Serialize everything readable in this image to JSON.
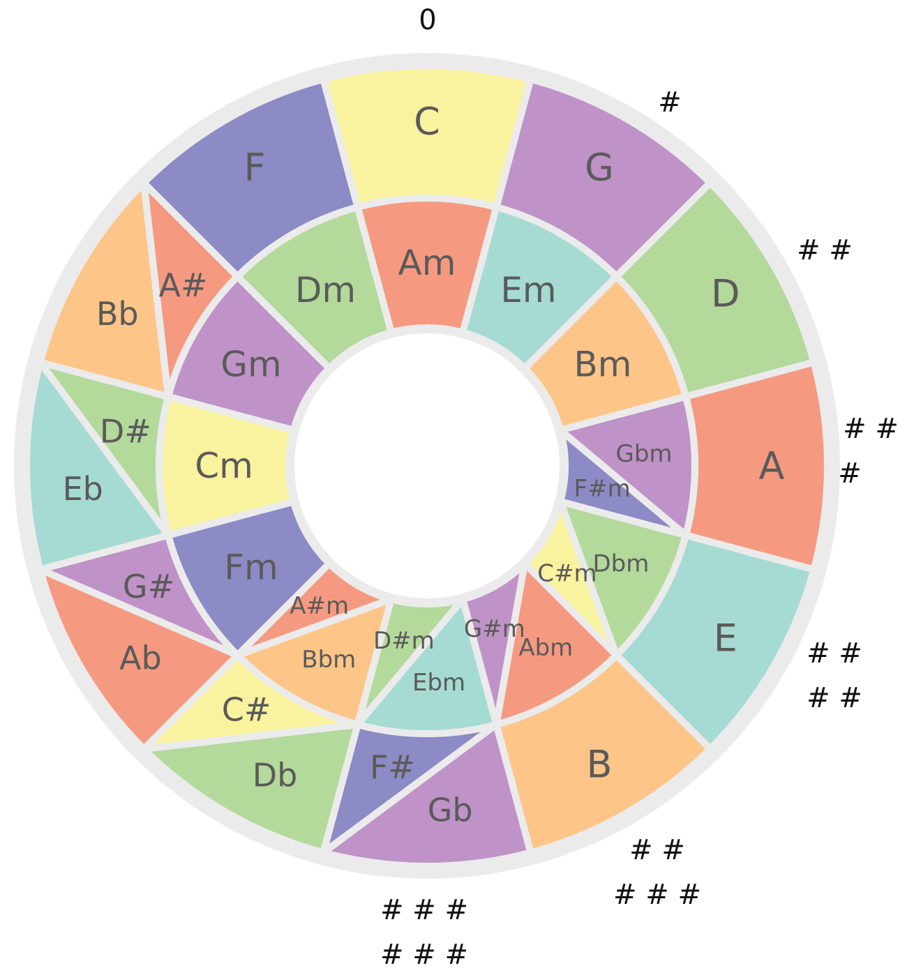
{
  "colors": {
    "yellow": "#f9f29e",
    "purple": "#bf93c7",
    "green": "#b3d99b",
    "salmon": "#f59a80",
    "teal": "#a5dbd3",
    "orange": "#fdc588",
    "violet": "#8d8bc5",
    "gap": "#ebebeb",
    "label": "#5a5a5a"
  },
  "outer_ring": [
    {
      "keys": [
        {
          "label": "C",
          "color": "yellow"
        }
      ]
    },
    {
      "keys": [
        {
          "label": "G",
          "color": "purple"
        }
      ]
    },
    {
      "keys": [
        {
          "label": "D",
          "color": "green"
        }
      ]
    },
    {
      "keys": [
        {
          "label": "A",
          "color": "salmon"
        }
      ]
    },
    {
      "keys": [
        {
          "label": "E",
          "color": "teal"
        }
      ]
    },
    {
      "keys": [
        {
          "label": "B",
          "color": "orange"
        }
      ]
    },
    {
      "keys": [
        {
          "label": "F#",
          "color": "violet"
        },
        {
          "label": "Gb",
          "color": "purple"
        }
      ]
    },
    {
      "keys": [
        {
          "label": "C#",
          "color": "yellow"
        },
        {
          "label": "Db",
          "color": "green"
        }
      ]
    },
    {
      "keys": [
        {
          "label": "G#",
          "color": "purple"
        },
        {
          "label": "Ab",
          "color": "salmon"
        }
      ]
    },
    {
      "keys": [
        {
          "label": "D#",
          "color": "green"
        },
        {
          "label": "Eb",
          "color": "teal"
        }
      ]
    },
    {
      "keys": [
        {
          "label": "A#",
          "color": "salmon"
        },
        {
          "label": "Bb",
          "color": "orange"
        }
      ]
    },
    {
      "keys": [
        {
          "label": "F",
          "color": "violet"
        }
      ]
    }
  ],
  "inner_ring": [
    {
      "keys": [
        {
          "label": "Am",
          "color": "salmon"
        }
      ]
    },
    {
      "keys": [
        {
          "label": "Em",
          "color": "teal"
        }
      ]
    },
    {
      "keys": [
        {
          "label": "Bm",
          "color": "orange"
        }
      ]
    },
    {
      "keys": [
        {
          "label": "F#m",
          "color": "violet"
        },
        {
          "label": "Gbm",
          "color": "purple"
        }
      ]
    },
    {
      "keys": [
        {
          "label": "C#m",
          "color": "yellow"
        },
        {
          "label": "Dbm",
          "color": "green"
        }
      ]
    },
    {
      "keys": [
        {
          "label": "G#m",
          "color": "purple"
        },
        {
          "label": "Abm",
          "color": "salmon"
        }
      ]
    },
    {
      "keys": [
        {
          "label": "D#m",
          "color": "green"
        },
        {
          "label": "Ebm",
          "color": "teal"
        }
      ]
    },
    {
      "keys": [
        {
          "label": "A#m",
          "color": "salmon"
        },
        {
          "label": "Bbm",
          "color": "orange"
        }
      ]
    },
    {
      "keys": [
        {
          "label": "Fm",
          "color": "violet"
        }
      ]
    },
    {
      "keys": [
        {
          "label": "Cm",
          "color": "yellow"
        }
      ]
    },
    {
      "keys": [
        {
          "label": "Gm",
          "color": "purple"
        }
      ]
    },
    {
      "keys": [
        {
          "label": "Dm",
          "color": "green"
        }
      ]
    }
  ],
  "sharp_annotations": [
    {
      "position": 0,
      "lines": [
        "0"
      ]
    },
    {
      "position": 1,
      "lines": [
        "#"
      ]
    },
    {
      "position": 2,
      "lines": [
        "# #"
      ]
    },
    {
      "position": 3,
      "lines": [
        "# #",
        "#"
      ]
    },
    {
      "position": 4,
      "lines": [
        "# #",
        "# #"
      ]
    },
    {
      "position": 5,
      "lines": [
        "# #",
        "# # #"
      ]
    },
    {
      "position": 6,
      "lines": [
        "# # #",
        "# # #"
      ]
    }
  ]
}
